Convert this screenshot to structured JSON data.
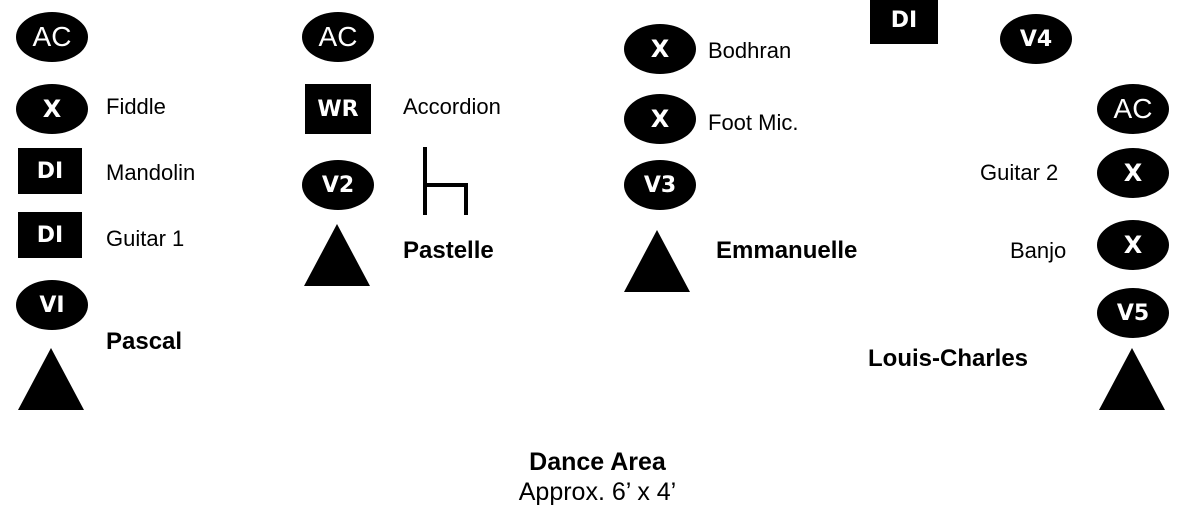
{
  "symbols": {
    "ac": "AC",
    "x": "X",
    "di": "DI",
    "wr": "WR",
    "v1": "VI",
    "v2": "V2",
    "v3": "V3",
    "v4": "V4",
    "v5": "V5"
  },
  "pascal": {
    "name": "Pascal",
    "inputs": [
      "Fiddle",
      "Mandolin",
      "Guitar 1"
    ]
  },
  "pastelle": {
    "name": "Pastelle",
    "inputs": [
      "Accordion"
    ]
  },
  "emmanuelle": {
    "name": "Emmanuelle",
    "inputs": [
      "Bodhran",
      "Foot Mic."
    ]
  },
  "louis_charles": {
    "name": "Louis-Charles",
    "inputs": [
      "Guitar 2",
      "Banjo"
    ]
  },
  "dance_area": {
    "title": "Dance Area",
    "size": "Approx. 6’ x 4’"
  }
}
